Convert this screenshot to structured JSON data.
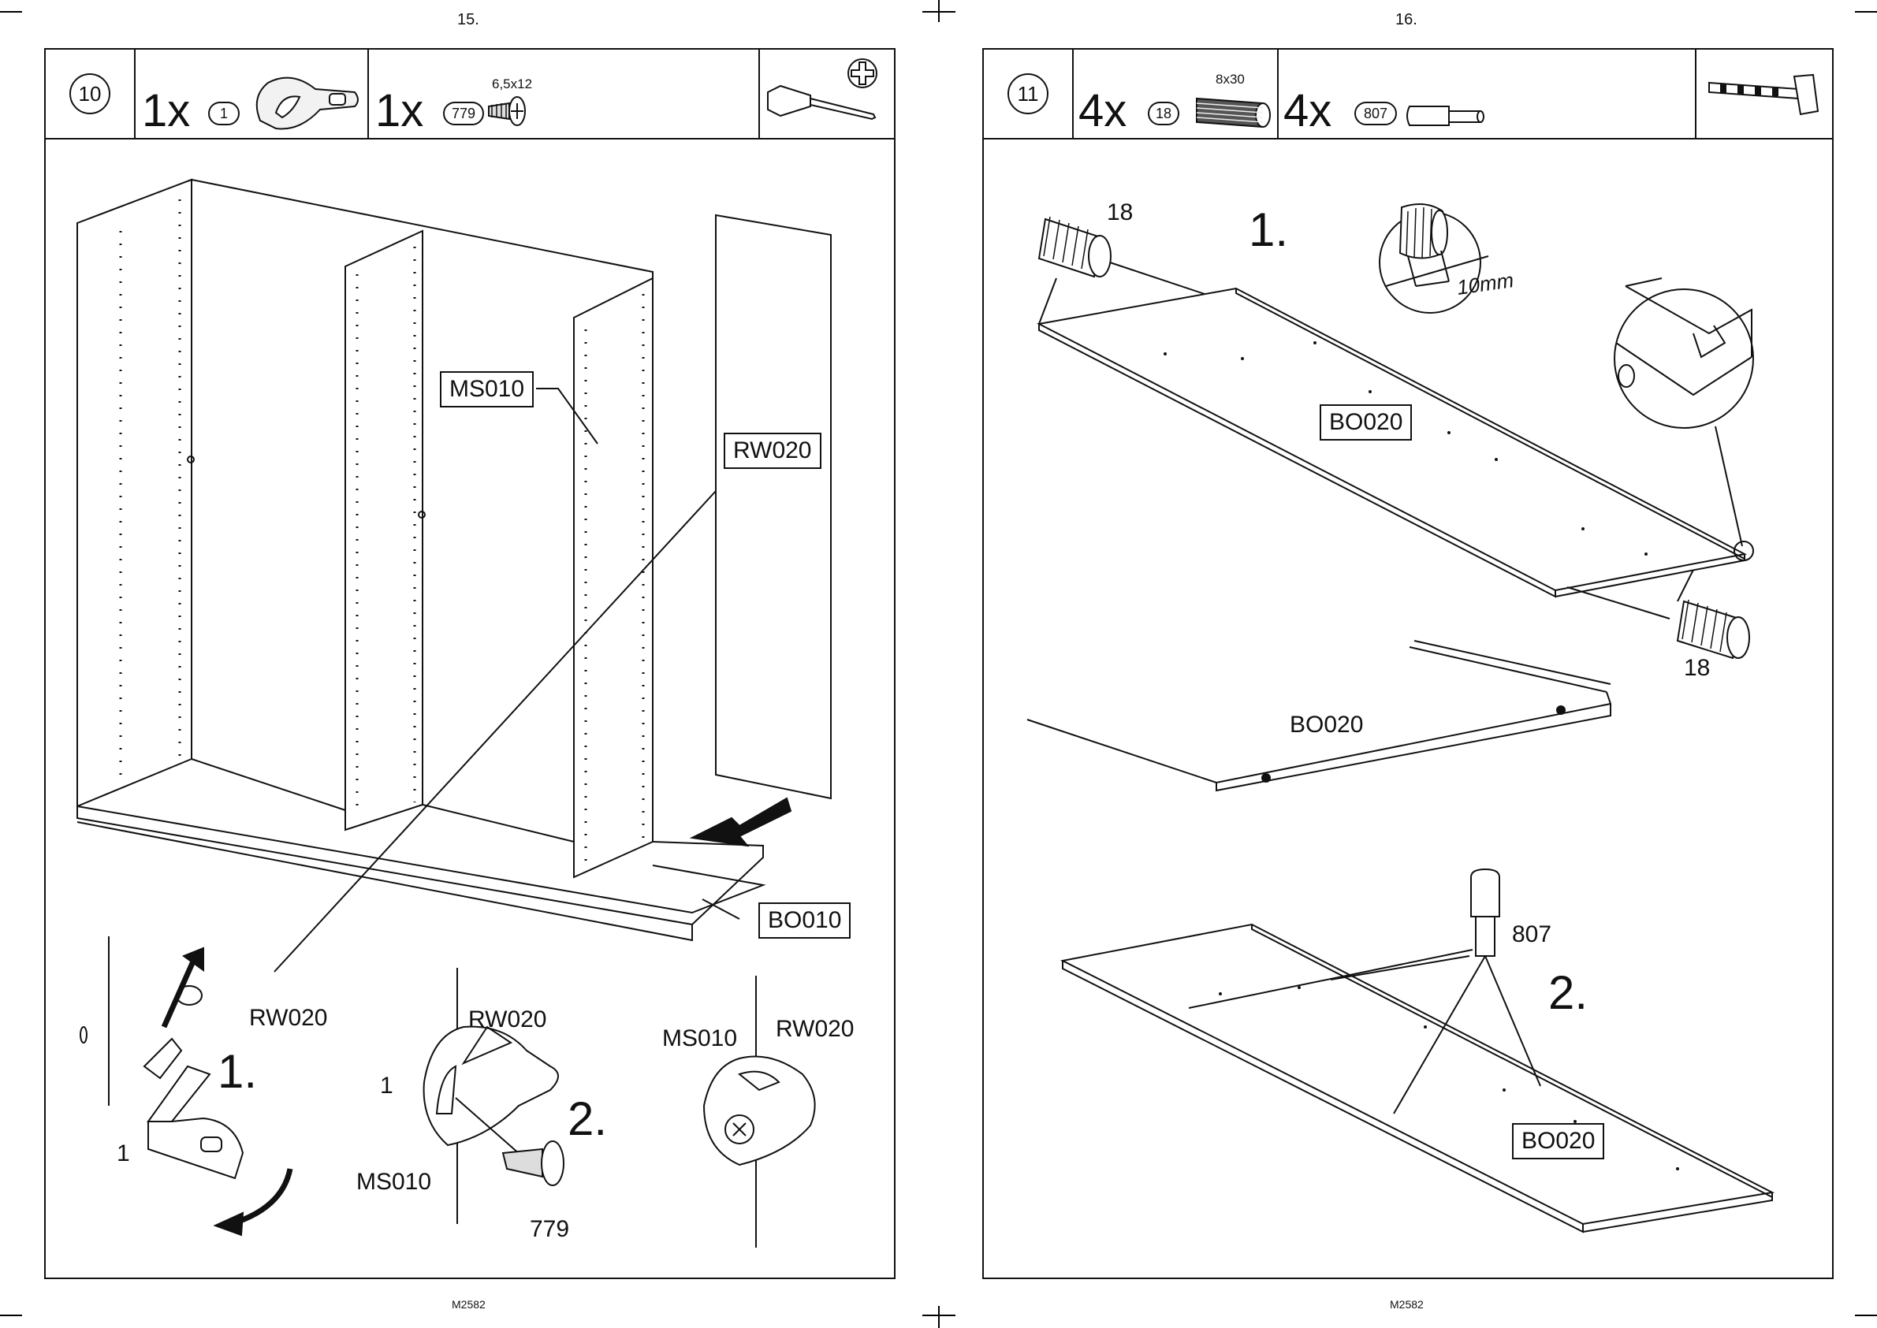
{
  "pages": [
    {
      "number": "15.",
      "footer": "M2582",
      "step": "10",
      "parts": [
        {
          "qty": "1x",
          "ref": "1",
          "size": ""
        },
        {
          "qty": "1x",
          "ref": "779",
          "size": "6,5x12"
        }
      ],
      "tools": [
        "screwdriver-icon",
        "phillips-head-icon"
      ],
      "tags": [
        "MS010",
        "RW020",
        "BO010"
      ],
      "detail_labels": {
        "d1_panel": "RW020",
        "d1_step": "1.",
        "d1_part": "1",
        "d2_panel_top": "RW020",
        "d2_part": "1",
        "d2_step": "2.",
        "d2_panel_bottom": "MS010",
        "d2_screw": "779",
        "d3_left": "MS010",
        "d3_right": "RW020"
      }
    },
    {
      "number": "16.",
      "footer": "M2582",
      "step": "11",
      "parts": [
        {
          "qty": "4x",
          "ref": "18",
          "size": "8x30"
        },
        {
          "qty": "4x",
          "ref": "807",
          "size": ""
        }
      ],
      "tools": [
        "hammer-icon"
      ],
      "labels": {
        "dowel_top": "18",
        "step1": "1.",
        "measure": "10mm",
        "board_tag": "BO020",
        "dowel_bottom": "18",
        "board_mid": "BO020",
        "pin": "807",
        "step2": "2.",
        "board_bottom_tag": "BO020"
      }
    }
  ]
}
